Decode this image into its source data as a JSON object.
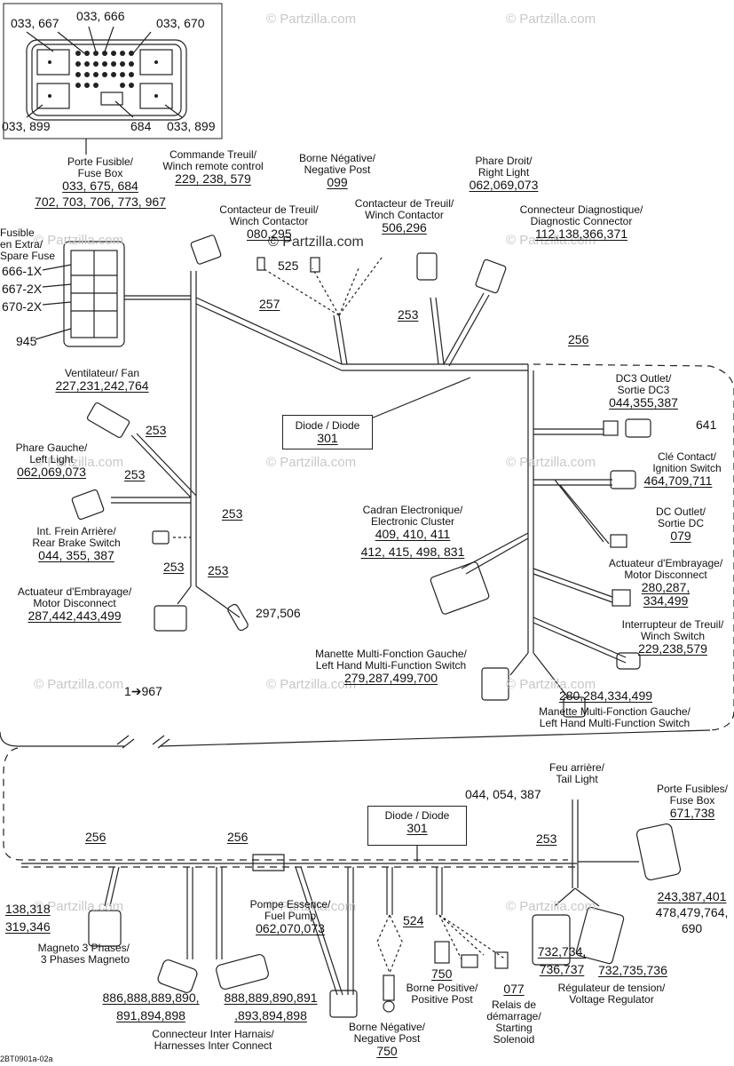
{
  "watermark": "© Partzilla.com",
  "watermark_center": "© Partzilla.com",
  "figure_code": "2BT0901a-02a",
  "inset": {
    "top_left": "033, 667",
    "top_mid": "033, 666",
    "top_right": "033, 670",
    "bottom_left": "033, 899",
    "bottom_mid": "684",
    "bottom_right": "033, 899"
  },
  "components": {
    "fuse_box": {
      "name_fr": "Porte Fusible/",
      "name_en": "Fuse Box",
      "refs1": "033, 675, 684",
      "refs2": "702, 703, 706, 773, 967"
    },
    "spare_fuse": {
      "l1": "Fusible",
      "l2": "en Extra/",
      "l3": "Spare Fuse",
      "r1": "666-1X",
      "r2": "667-2X",
      "r3": "670-2X",
      "ref": "945"
    },
    "winch_remote": {
      "name_fr": "Commande Treuil/",
      "name_en": "Winch remote control",
      "refs": "229, 238, 579"
    },
    "negative_post_top": {
      "name_fr": "Borne Négative/",
      "name_en": "Negative Post",
      "ref": "099"
    },
    "winch_contactor_1": {
      "name_fr": "Contacteur de Treuil/",
      "name_en": "Winch Contactor",
      "refs": "080,295"
    },
    "winch_contactor_2": {
      "name_fr": "Contacteur de Treuil/",
      "name_en": "Winch Contactor",
      "refs": "506,296"
    },
    "ref_525": "525",
    "right_light": {
      "name_fr": "Phare Droit/",
      "name_en": "Right Light",
      "refs": "062,069,073"
    },
    "diag_connector": {
      "name_fr": "Connecteur Diagnostique/",
      "name_en": "Diagnostic Connector",
      "refs": "112,138,366,371"
    },
    "fan": {
      "name_fr": "Ventilateur/ Fan",
      "refs": "227,231,242,764"
    },
    "left_light": {
      "name_fr": "Phare Gauche/",
      "name_en": "Left Light",
      "refs": "062,069,073"
    },
    "rear_brake": {
      "name_fr": "Int. Frein Arrière/",
      "name_en": "Rear Brake Switch",
      "refs": "044, 355, 387"
    },
    "motor_disconnect_left": {
      "name_fr": "Actuateur d'Embrayage/",
      "name_en": "Motor Disconnect",
      "refs": "287,442,443,499"
    },
    "ref_297_506": "297,506",
    "diode_top": {
      "l1": "Diode / Diode",
      "ref": "301"
    },
    "dc3_outlet": {
      "name_fr": "DC3 Outlet/",
      "name_en": "Sortie DC3",
      "refs": "044,355,387",
      "ref2": "641"
    },
    "ignition": {
      "name_fr": "Clé Contact/",
      "name_en": "Ignition Switch",
      "refs": "464,709,711"
    },
    "dc_outlet": {
      "name_fr": "DC Outlet/",
      "name_en": "Sortie DC",
      "ref": "079"
    },
    "cluster": {
      "name_fr": "Cadran Electronique/",
      "name_en": "Electronic Cluster",
      "refs1": "409, 410, 411",
      "refs2": "412, 415, 498, 831"
    },
    "motor_disconnect_right": {
      "name_fr": "Actuateur d'Embrayage/",
      "name_en": "Motor Disconnect",
      "refs1": "280,287,",
      "refs2": "334,499"
    },
    "winch_switch": {
      "name_fr": "Interrupteur de Treuil/",
      "name_en": "Winch Switch",
      "refs": "229,238,579"
    },
    "lh_switch_1": {
      "name_fr": "Manette Multi-Fonction Gauche/",
      "name_en": "Left Hand Multi-Function Switch",
      "refs": "279,287,499,700"
    },
    "lh_switch_2": {
      "refs": "280,284,334,499",
      "name_fr": "Manette Multi-Fonction Gauche/",
      "name_en": "Left Hand Multi-Function Switch"
    },
    "continuation": "1➔967",
    "tail_light": {
      "name_fr": "Feu arrière/",
      "name_en": "Tail Light",
      "refs": "044, 054, 387"
    },
    "fuse_box_bottom": {
      "name_fr": "Porte Fusibles/",
      "name_en": "Fuse Box",
      "refs": "671,738",
      "refs2": "243,387,401",
      "refs3": "478,479,764,",
      "refs4": "690"
    },
    "diode_bottom": {
      "l1": "Diode / Diode",
      "ref": "301"
    },
    "magneto": {
      "refs1": "138,318",
      "refs2": "319,346",
      "name_fr": "Magneto 3 Phases/",
      "name_en": "3 Phases Magneto"
    },
    "harness_conn_1": {
      "refs1": "886,888,889,890,",
      "refs2": "891,894,898"
    },
    "harness_conn_2": {
      "refs1": "888,889,890,891",
      "refs2": ",893,894,898"
    },
    "harness_caption": {
      "l1": "Connecteur Inter Harnais/",
      "l2": "Harnesses Inter Connect"
    },
    "fuel_pump": {
      "name_fr": "Pompe Essence/",
      "name_en": "Fuel Pump",
      "refs": "062,070,073"
    },
    "ref_524": "524",
    "ref_750_a": "750",
    "positive_post": {
      "name_fr": "Borne Positive/",
      "name_en": "Positive Post"
    },
    "negative_post_bottom": {
      "name_fr": "Borne Négative/",
      "name_en": "Negative Post",
      "ref": "750"
    },
    "solenoid": {
      "ref": "077",
      "l1": "Relais de",
      "l2": "démarrage/",
      "l3": "Starting",
      "l4": "Solenoid"
    },
    "regulator": {
      "refs1": "732,734,",
      "refs2": "736,737",
      "refs3": "732,735,736",
      "name_fr": "Régulateur de tension/",
      "name_en": "Voltage Regulator"
    },
    "harness_refs": {
      "h257": "257",
      "h256a": "256",
      "h253a": "253",
      "h253b": "253",
      "h253c": "253",
      "h253d": "253",
      "h253e": "253",
      "h253f": "253",
      "h256b": "256",
      "h256c": "256",
      "h253g": "253"
    }
  }
}
